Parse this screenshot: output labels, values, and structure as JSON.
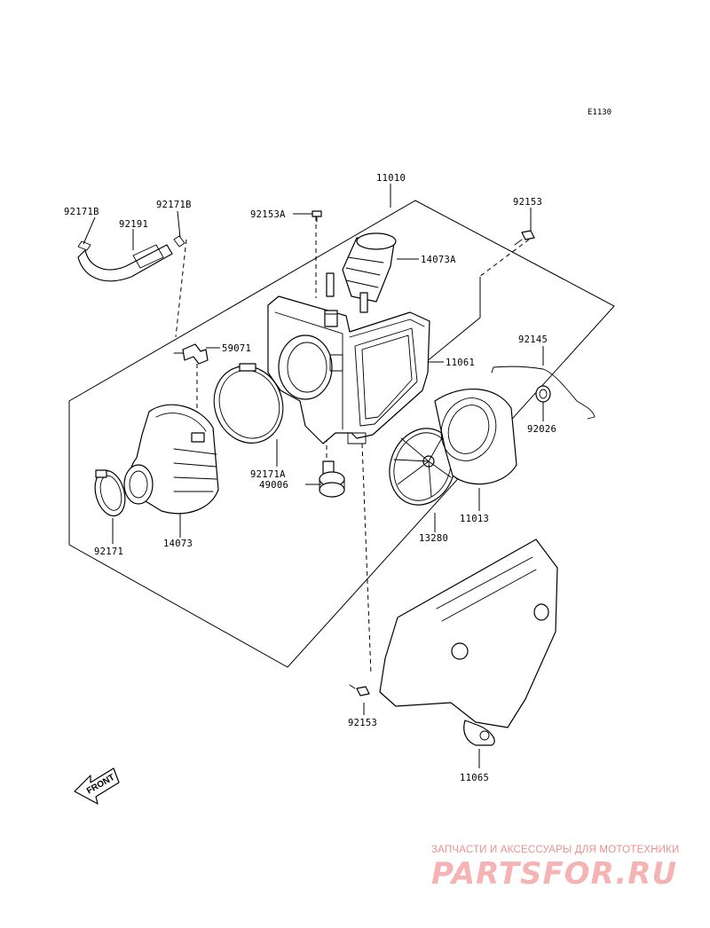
{
  "diagram_code": "E1130",
  "front_label": "FRONT",
  "watermark": {
    "tagline": "ЗАПЧАСТИ И АКСЕССУАРЫ ДЛЯ МОТОТЕХНИКИ",
    "brand": "PARTSFOR.RU",
    "brand_color": "#f6b3b3"
  },
  "parts": {
    "p11010": "11010",
    "p92171B_left": "92171B",
    "p92171B_right": "92171B",
    "p92191": "92191",
    "p92153A": "92153A",
    "p92153_top": "92153",
    "p14073A": "14073A",
    "p59071": "59071",
    "p11061": "11061",
    "p92145": "92145",
    "p92026": "92026",
    "p92171A": "92171A",
    "p49006": "49006",
    "p11013": "11013",
    "p13280": "13280",
    "p92171": "92171",
    "p14073": "14073",
    "p92153_bottom": "92153",
    "p11065": "11065"
  }
}
